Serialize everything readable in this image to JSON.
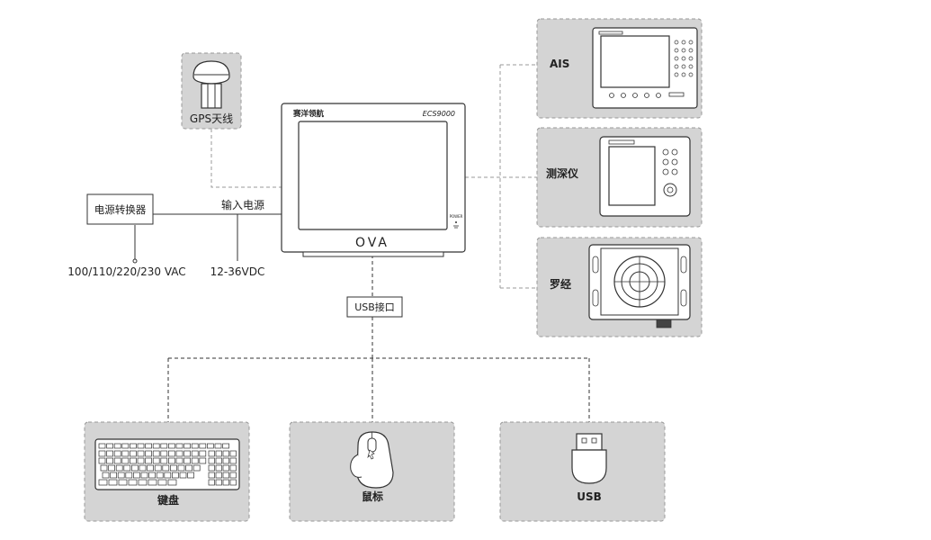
{
  "monitor": {
    "brand_cn": "赛洋领航",
    "model": "ECS9000",
    "power_label": "POWER",
    "logo_text": "OVA"
  },
  "gps": {
    "label": "GPS天线"
  },
  "power": {
    "converter_label": "电源转换器",
    "ac_label": "100/110/220/230 VAC",
    "input_label": "输入电源",
    "dc_label": "12-36VDC"
  },
  "usb_interface": {
    "label": "USB接口"
  },
  "right_devices": [
    {
      "id": "ais",
      "label": "AIS"
    },
    {
      "id": "sounder",
      "label": "测深仪"
    },
    {
      "id": "compass",
      "label": "罗经"
    }
  ],
  "bottom_devices": [
    {
      "id": "keyboard",
      "label": "键盘"
    },
    {
      "id": "mouse",
      "label": "鼠标"
    },
    {
      "id": "usb",
      "label": "USB"
    }
  ]
}
